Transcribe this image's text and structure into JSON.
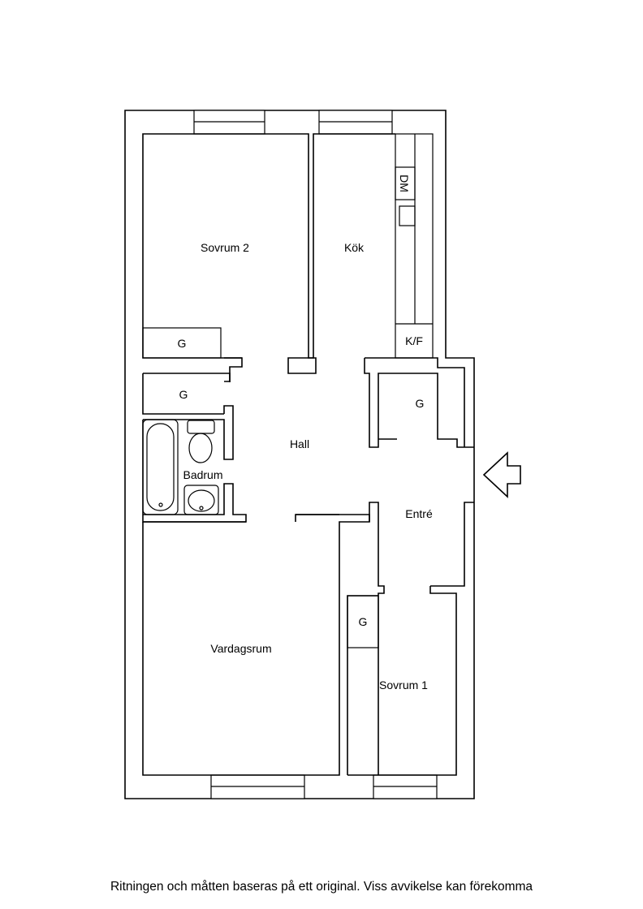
{
  "rooms": {
    "sovrum2": "Sovrum 2",
    "kok": "Kök",
    "dm": "DM",
    "kf": "K/F",
    "g_sovrum2": "G",
    "g_hall": "G",
    "g_entre": "G",
    "g_sovrum1": "G",
    "hall": "Hall",
    "badrum": "Badrum",
    "entre": "Entré",
    "vardagsrum": "Vardagsrum",
    "sovrum1": "Sovrum 1"
  },
  "entrance_marker": "entrance-arrow-icon",
  "footer": {
    "disclaimer": "Ritningen och måtten baseras på ett original. Viss avvikelse kan förekomma"
  }
}
